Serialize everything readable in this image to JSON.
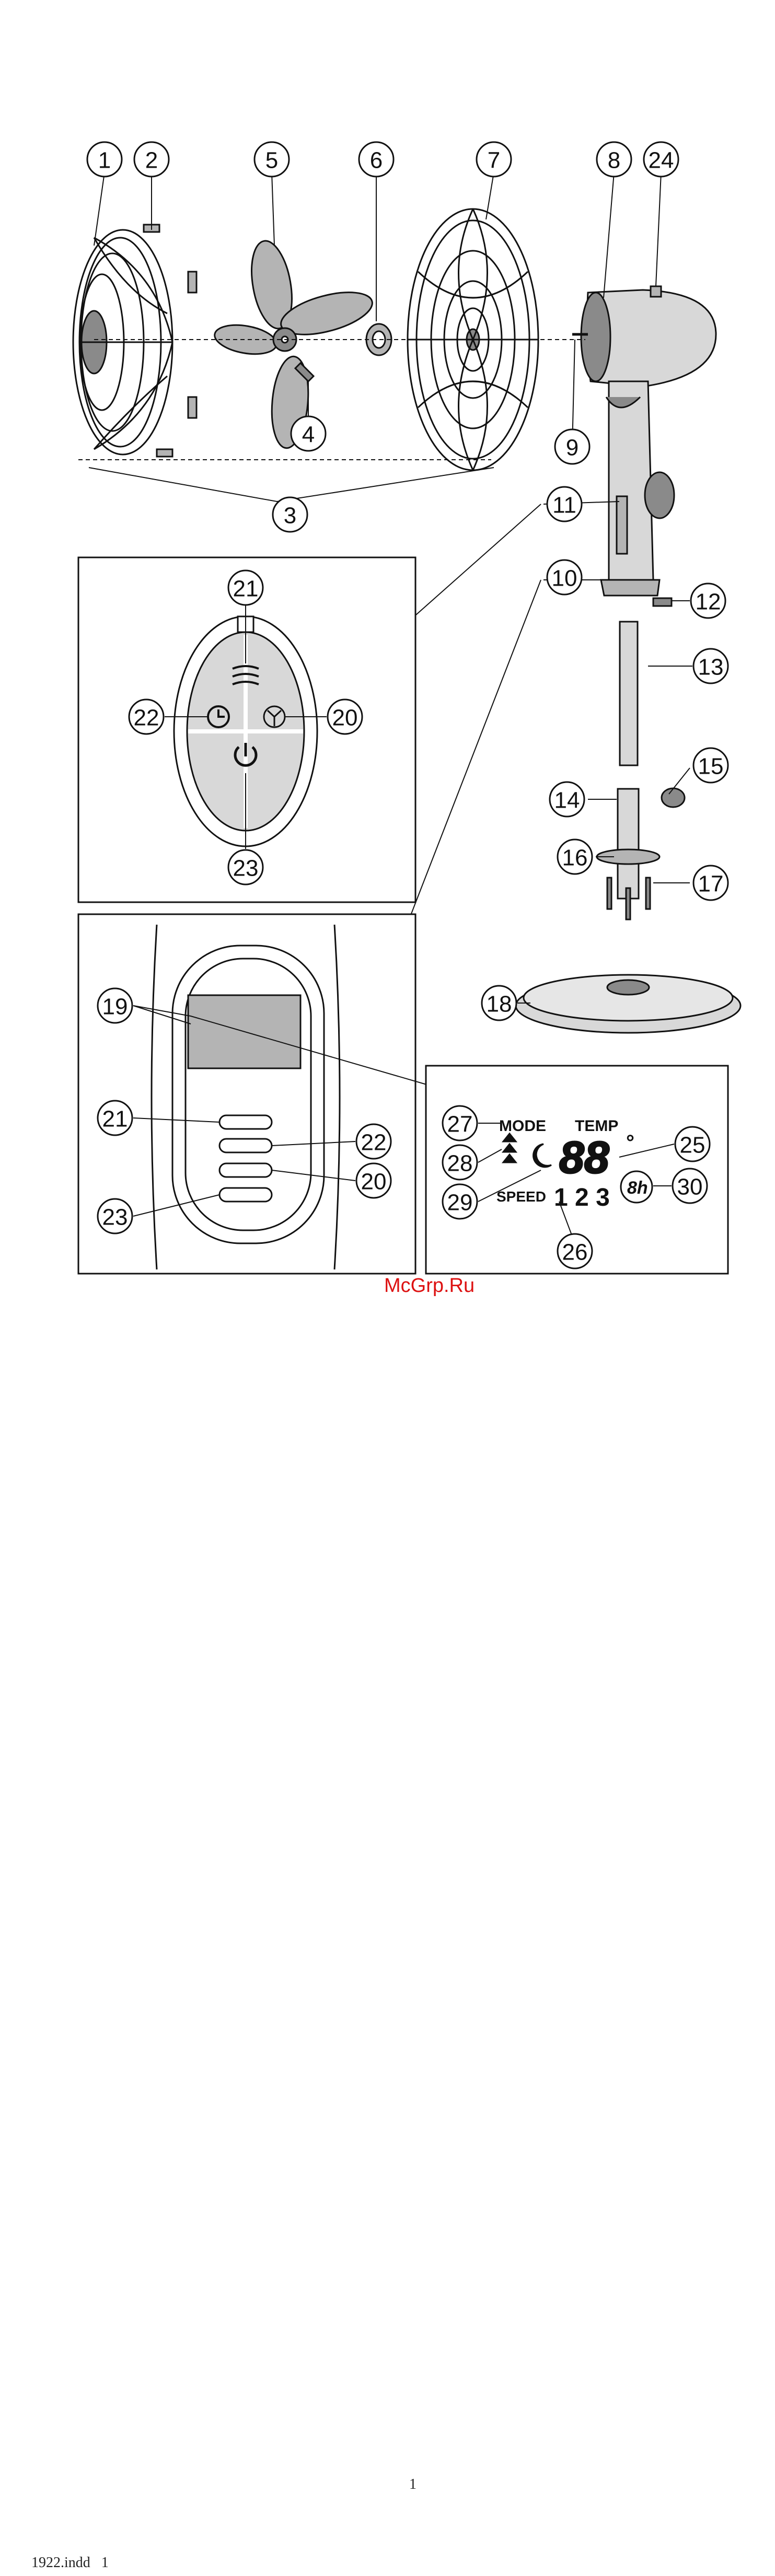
{
  "watermark": "McGrp.Ru",
  "page_number": "1",
  "file_label": "1922.indd   1",
  "callouts": [
    "1",
    "2",
    "3",
    "4",
    "5",
    "6",
    "7",
    "8",
    "24",
    "9",
    "11",
    "10",
    "12",
    "13",
    "14",
    "15",
    "16",
    "17",
    "18",
    "21",
    "22",
    "20",
    "23",
    "19",
    "21",
    "22",
    "20",
    "23",
    "27",
    "28",
    "29",
    "25",
    "30",
    "26"
  ],
  "lcd": {
    "mode_label": "MODE",
    "temp_label": "TEMP",
    "temp_value": "88",
    "degree": "°",
    "speed_label": "SPEED",
    "speed_values": "1 2 3",
    "timer_value": "8h"
  },
  "colors": {
    "line": "#111111",
    "grey_dark": "#8a8a8a",
    "grey_mid": "#b4b4b4",
    "grey_light": "#d8d8d8"
  }
}
